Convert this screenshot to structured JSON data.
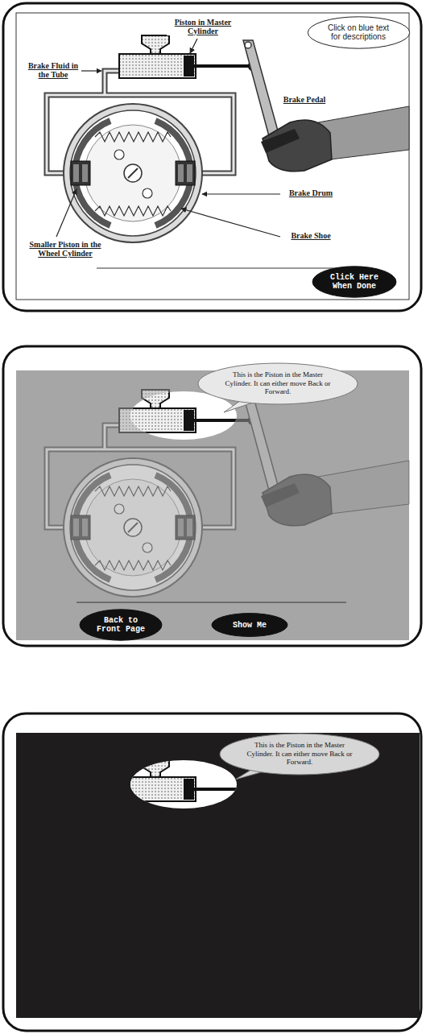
{
  "diagram": {
    "nodes": [
      {
        "text": [
          "Click on blue text for descriptions"
        ]
      },
      {
        "text": [
          "Click Here When Done"
        ]
      },
      {
        "text": [
          "This is the Piston in the Master Cylinder. It can either move Back or Forward."
        ]
      },
      {
        "text": [
          "Back to Front Page"
        ]
      },
      {
        "text": [
          "Show Me"
        ]
      },
      {
        "text": [
          "This is the Piston in the Master Cylinder. It can either move Back or Forward."
        ]
      }
    ],
    "labels": [
      "Piston in Master Cylinder",
      "Brake Fluid in the Tube",
      "Brake Pedal",
      "Brake Drum",
      "Brake Shoe",
      "Smaller Piston in the Wheel Cylinder"
    ]
  }
}
